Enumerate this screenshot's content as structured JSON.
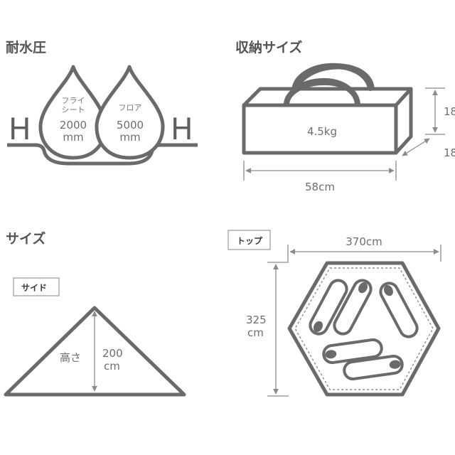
{
  "sections": {
    "water_pressure": {
      "title": "耐水圧",
      "h_left": "H",
      "h_right": "H",
      "drop_left": {
        "label_line1": "フライ",
        "label_line2": "シート",
        "value": "2000",
        "unit": "mm"
      },
      "drop_right": {
        "label": "フロア",
        "value": "5000",
        "unit": "mm"
      }
    },
    "storage_size": {
      "title": "収納サイズ",
      "weight": "4.5kg",
      "width": "58cm",
      "height": "18",
      "depth": "18"
    },
    "size": {
      "title": "サイズ",
      "side_box": "サイド",
      "height_label": "高さ",
      "height_value": "200",
      "height_unit": "cm"
    },
    "top_view": {
      "box_label": "トップ",
      "width": "370cm",
      "depth_value": "325",
      "depth_unit": "cm"
    }
  },
  "colors": {
    "line": "#6a6a6a",
    "text": "#6e6e6e",
    "fill": "#ffffff"
  }
}
